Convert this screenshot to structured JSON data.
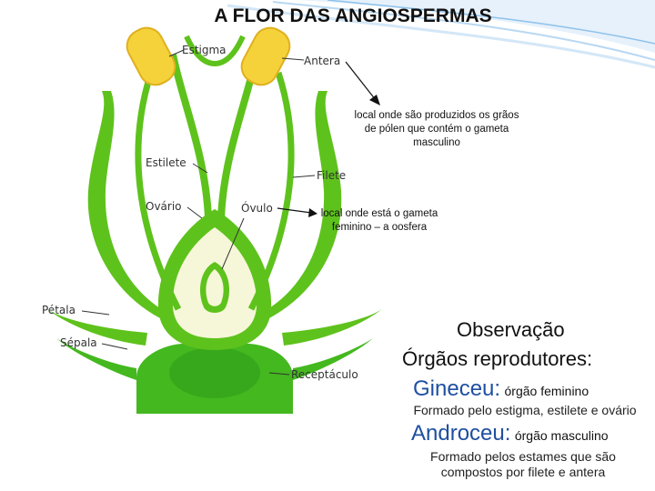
{
  "title": "A FLOR DAS ANGIOSPERMAS",
  "labels": {
    "estigma": "Estigma",
    "antera": "Antera",
    "estilete": "Estilete",
    "filete": "Filete",
    "ovario": "Ovário",
    "ovulo": "Óvulo",
    "petala": "Pétala",
    "sepala": "Sépala",
    "receptaculo": "Receptáculo"
  },
  "notes": {
    "antera_note": "local onde são produzidos os grãos de pólen que contém o gameta masculino",
    "ovulo_note": "local onde está o gameta feminino – a oosfera"
  },
  "observacao": {
    "heading": "Observação",
    "subheading": "Órgãos reprodutores:",
    "gineceu_term": "Gineceu:",
    "gineceu_type": "órgão feminino",
    "gineceu_desc": "Formado pelo estigma, estilete e ovário",
    "androceu_term": "Androceu:",
    "androceu_type": "órgão masculino",
    "androceu_desc": "Formado pelos estames que são compostos por filete e antera"
  },
  "colors": {
    "plant_green": "#5ec21c",
    "dark_green": "#2f8f18",
    "anther_yellow": "#f5d23a",
    "heading_blue": "#1f4fa0"
  },
  "icons": [
    "flower-diagram-icon",
    "arrow-icon"
  ]
}
